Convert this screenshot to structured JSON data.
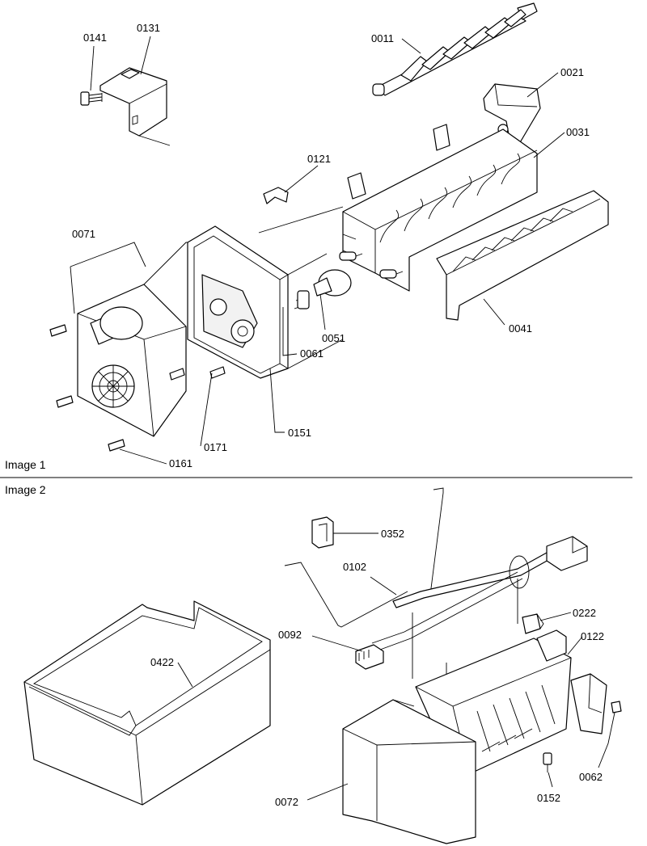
{
  "images": [
    {
      "caption": "Image 1",
      "labels": {
        "p0141": "0141",
        "p0131": "0131",
        "p0011": "0011",
        "p0021": "0021",
        "p0031": "0031",
        "p0121": "0121",
        "p0071": "0071",
        "p0051": "0051",
        "p0041": "0041",
        "p0061": "0061",
        "p0151": "0151",
        "p0171": "0171",
        "p0161": "0161"
      }
    },
    {
      "caption": "Image 2",
      "labels": {
        "p0352": "0352",
        "p0102": "0102",
        "p0222": "0222",
        "p0092": "0092",
        "p0122": "0122",
        "p0422": "0422",
        "p0062": "0062",
        "p0152": "0152",
        "p0072": "0072"
      }
    }
  ]
}
